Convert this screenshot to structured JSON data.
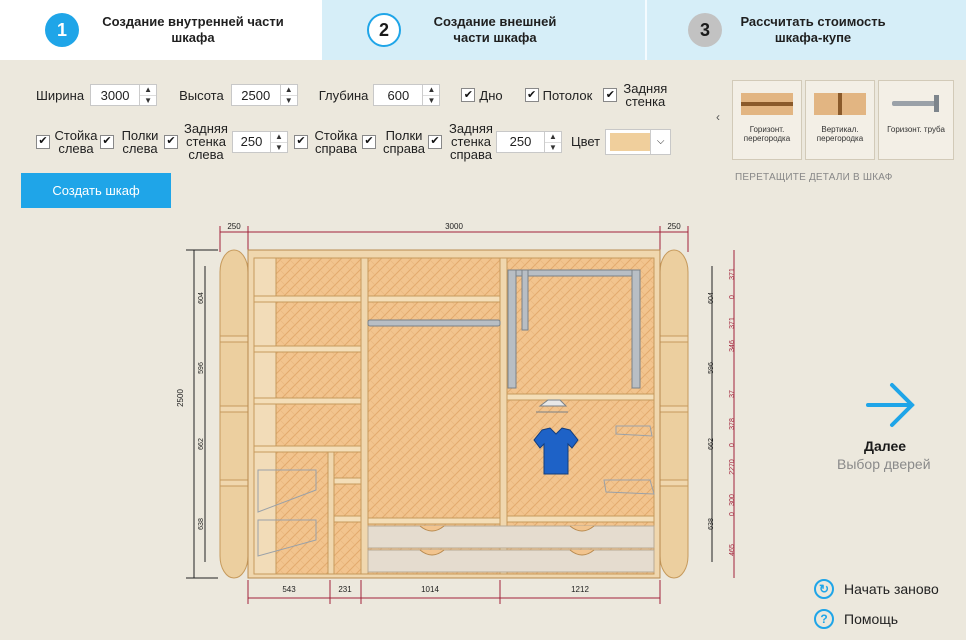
{
  "steps": [
    {
      "num": "1",
      "label": "Создание внутренней части шкафа"
    },
    {
      "num": "2",
      "label": "Создание внешней части шкафа"
    },
    {
      "num": "3",
      "label": "Рассчитать стоимость шкафа-купе"
    }
  ],
  "form": {
    "width_label": "Ширина",
    "width_value": "3000",
    "height_label": "Высота",
    "height_value": "2500",
    "depth_label": "Глубина",
    "depth_value": "600",
    "bottom_label": "Дно",
    "ceiling_label": "Потолок",
    "back_wall_label": "Задняя стенка",
    "left_post_label": "Стойка слева",
    "left_shelves_label": "Полки слева",
    "left_back_wall_label": "Задняя стенка слева",
    "left_back_wall_value": "250",
    "right_post_label": "Стойка справа",
    "right_shelves_label": "Полки справа",
    "right_back_wall_label": "Задняя стенка справа",
    "right_back_wall_value": "250",
    "color_label": "Цвет",
    "color_swatch": "#f0cf9c"
  },
  "create_button": "Создать шкаф",
  "palette": {
    "items": [
      "Горизонт. перегородка",
      "Вертикал. перегородка",
      "Горизонт. труба"
    ],
    "hint": "ПЕРЕТАЩИТЕ ДЕТАЛИ В ШКАФ"
  },
  "drawing": {
    "top_dims": [
      "250",
      "3000",
      "250"
    ],
    "bottom_dims": [
      "543",
      "231",
      "1014",
      "1212"
    ],
    "total_height": "2500",
    "left_dims": [
      "604",
      "596",
      "662",
      "638"
    ],
    "right_outer_dims": [
      "371",
      "0",
      "371",
      "346",
      "37",
      "378",
      "0",
      "2270",
      "300",
      "0",
      "465"
    ],
    "right_inner_dims": [
      "604",
      "596",
      "662",
      "638"
    ]
  },
  "next": {
    "title": "Далее",
    "subtitle": "Выбор дверей"
  },
  "links": {
    "restart": "Начать заново",
    "help": "Помощь"
  },
  "colors": {
    "accent": "#1fa5e8",
    "wood": "#f0cf9c",
    "dim": "#a2223a"
  }
}
